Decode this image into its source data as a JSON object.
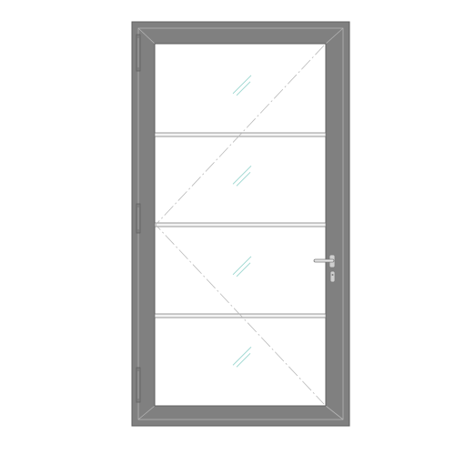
{
  "drawing": {
    "subject": "single-leaf-door-elevation",
    "panes": 4,
    "hinge_side": "left",
    "handle_side": "right",
    "opening_indicator": "dash-dot-chevron",
    "colors": {
      "background": "#ffffff",
      "frame": "#808080",
      "frame_edge": "#5f5f5f",
      "frame_highlight": "#b4b4b4",
      "glass": "#ffffff",
      "glazing_bar_fill": "#f4f4f4",
      "line": "#6e6e6e",
      "opening_line": "#b9b9b9",
      "glass_mark": "#9ad6cf",
      "hardware": "#7a7a7a"
    }
  }
}
